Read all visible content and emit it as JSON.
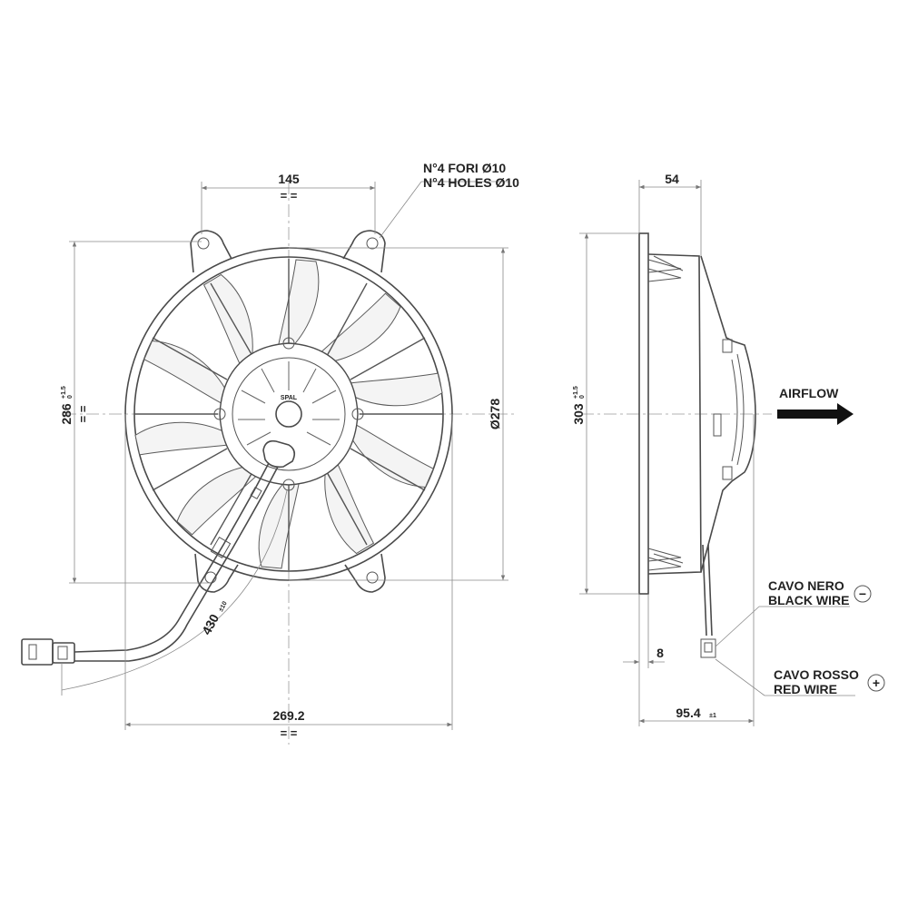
{
  "front": {
    "dim_top": "145",
    "dim_top_eq": "= =",
    "holes_it": "N°4 FORI Ø10",
    "holes_en": "N°4 HOLES Ø10",
    "dim_height": "286",
    "dim_height_tol_plus": "+1.5",
    "dim_height_tol_zero": "0",
    "dim_height_eq": "= =",
    "dim_diameter": "Ø278",
    "dim_cable": "430",
    "dim_cable_tol": "±10",
    "dim_bottom": "269.2",
    "dim_bottom_eq": "= =",
    "logo_text": "SPAL"
  },
  "side": {
    "dim_depth": "54",
    "dim_height": "303",
    "dim_height_tol_plus": "+1.5",
    "dim_height_tol_zero": "0",
    "airflow": "AIRFLOW",
    "black_wire_it": "CAVO NERO",
    "black_wire_en": "BLACK WIRE",
    "black_symbol": "−",
    "red_wire_it": "CAVO ROSSO",
    "red_wire_en": "RED WIRE",
    "red_symbol": "+",
    "dim_flange": "8",
    "dim_total": "95.4",
    "dim_total_tol": "±1"
  }
}
